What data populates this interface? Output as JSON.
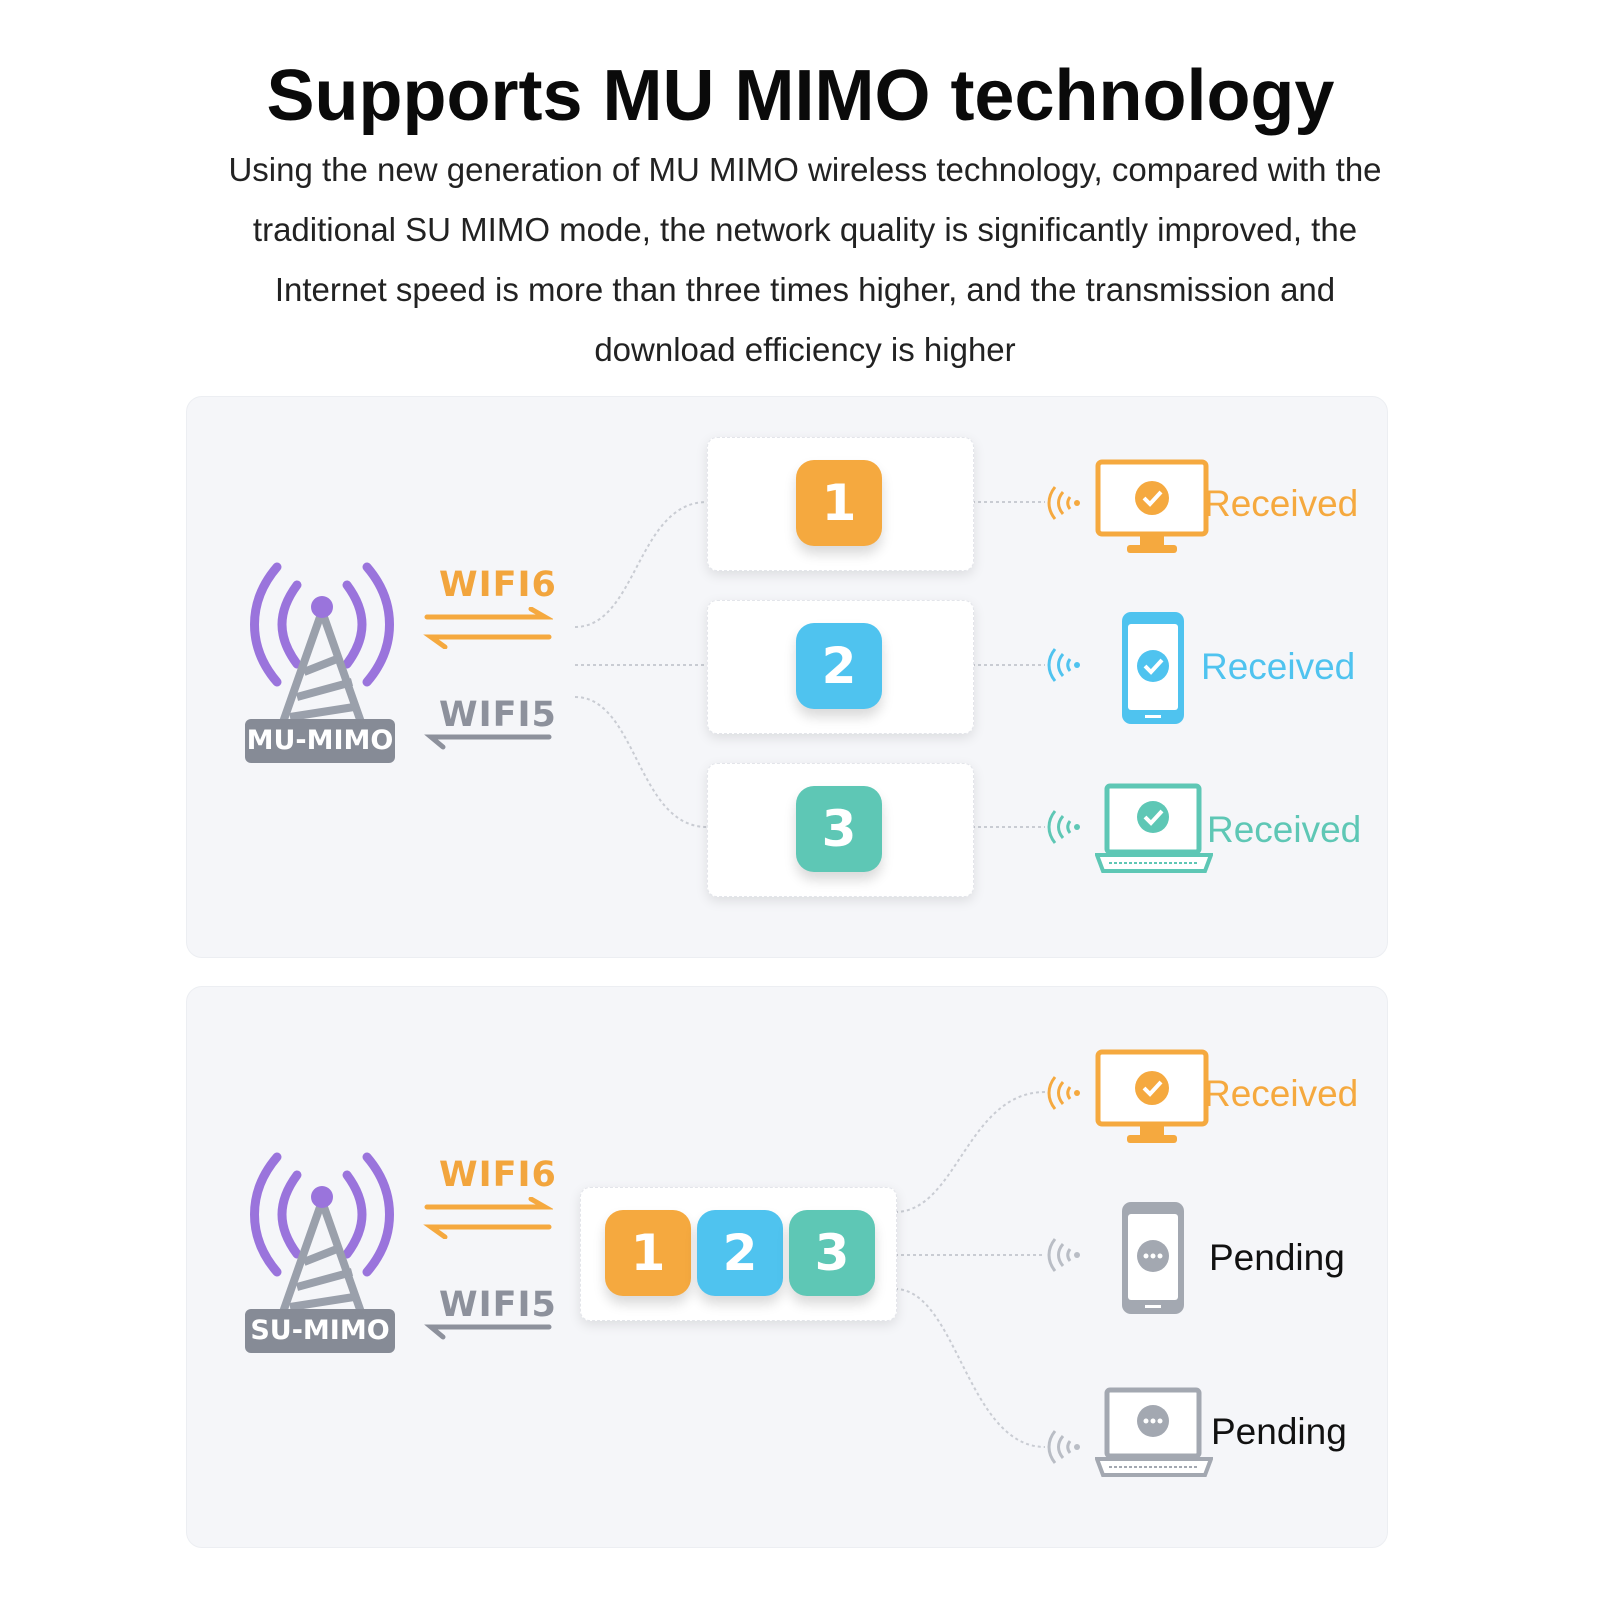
{
  "header": {
    "title": "Supports MU MIMO technology",
    "description": "Using the new generation of MU MIMO wireless technology, compared with the traditional SU MIMO mode, the network quality is significantly improved, the Internet speed is more than three times higher, and the transmission and download efficiency is higher"
  },
  "colors": {
    "orange": "#f5a93f",
    "blue": "#4fc3ef",
    "teal": "#5ec7b5",
    "purple": "#9a74dc",
    "gray": "#868b96",
    "panel_bg": "#f5f6f9"
  },
  "mu_panel": {
    "badge": "MU-MIMO",
    "wifi6": "WIFI6",
    "wifi5": "WIFI5",
    "packets": [
      "1",
      "2",
      "3"
    ],
    "devices": [
      {
        "icon": "monitor-icon",
        "status": "Received",
        "color": "#f5a93f"
      },
      {
        "icon": "phone-icon",
        "status": "Received",
        "color": "#4fc3ef"
      },
      {
        "icon": "laptop-icon",
        "status": "Received",
        "color": "#5ec7b5"
      }
    ]
  },
  "su_panel": {
    "badge": "SU-MIMO",
    "wifi6": "WIFI6",
    "wifi5": "WIFI5",
    "packets": [
      "1",
      "2",
      "3"
    ],
    "devices": [
      {
        "icon": "monitor-icon",
        "status": "Received",
        "color": "#f5a93f"
      },
      {
        "icon": "phone-icon",
        "status": "Pending",
        "color": "#111111"
      },
      {
        "icon": "laptop-icon",
        "status": "Pending",
        "color": "#111111"
      }
    ]
  }
}
